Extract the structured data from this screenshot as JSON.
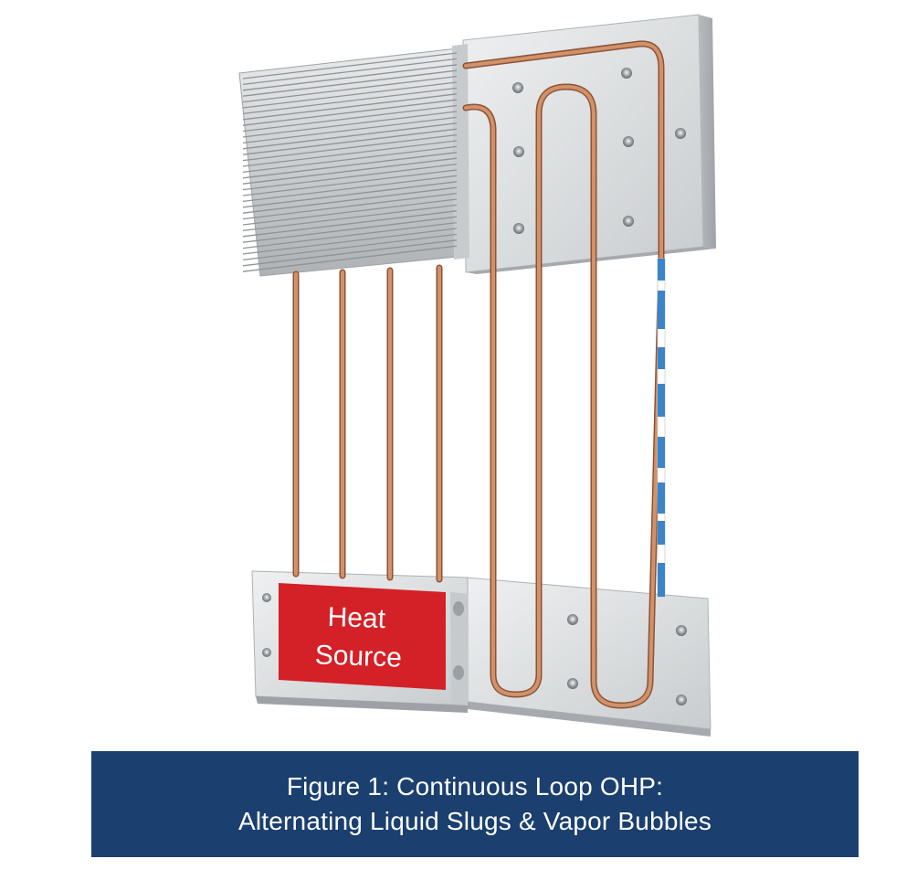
{
  "heat_source": {
    "line1": "Heat",
    "line2": "Source",
    "color": "#d42027"
  },
  "caption": {
    "line1": "Figure 1: Continuous Loop OHP:",
    "line2": "Alternating Liquid Slugs & Vapor Bubbles",
    "background": "#1b3f6e"
  },
  "colors": {
    "copper": "#c4825e",
    "liquid_slug": "#3b84c9",
    "vapor_bubble": "#ffffff",
    "plate": "#d9dbdd"
  }
}
